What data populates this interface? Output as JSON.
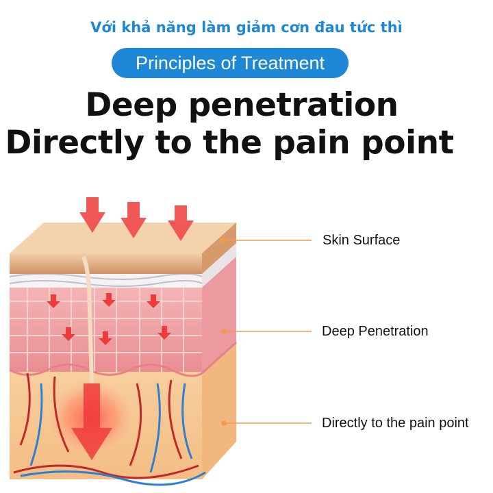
{
  "header": {
    "tagline": "Với khả năng làm giảm cơn đau tức thì",
    "pill_label": "Principles of Treatment",
    "headline_line1": "Deep penetration",
    "headline_line2": "Directly to the pain point"
  },
  "diagram": {
    "labels": [
      "Skin Surface",
      "Deep Penetration",
      "Directly to the pain point"
    ],
    "colors": {
      "accent": "#1e88d6",
      "leader_line": "#f39a4a",
      "arrow": "#ef3b3b",
      "skin_top": "#d9a77a",
      "cells": "#f0a4a6",
      "dermis": "#f6c794",
      "vein": "#2f7fd1",
      "artery": "#c0282a"
    }
  }
}
